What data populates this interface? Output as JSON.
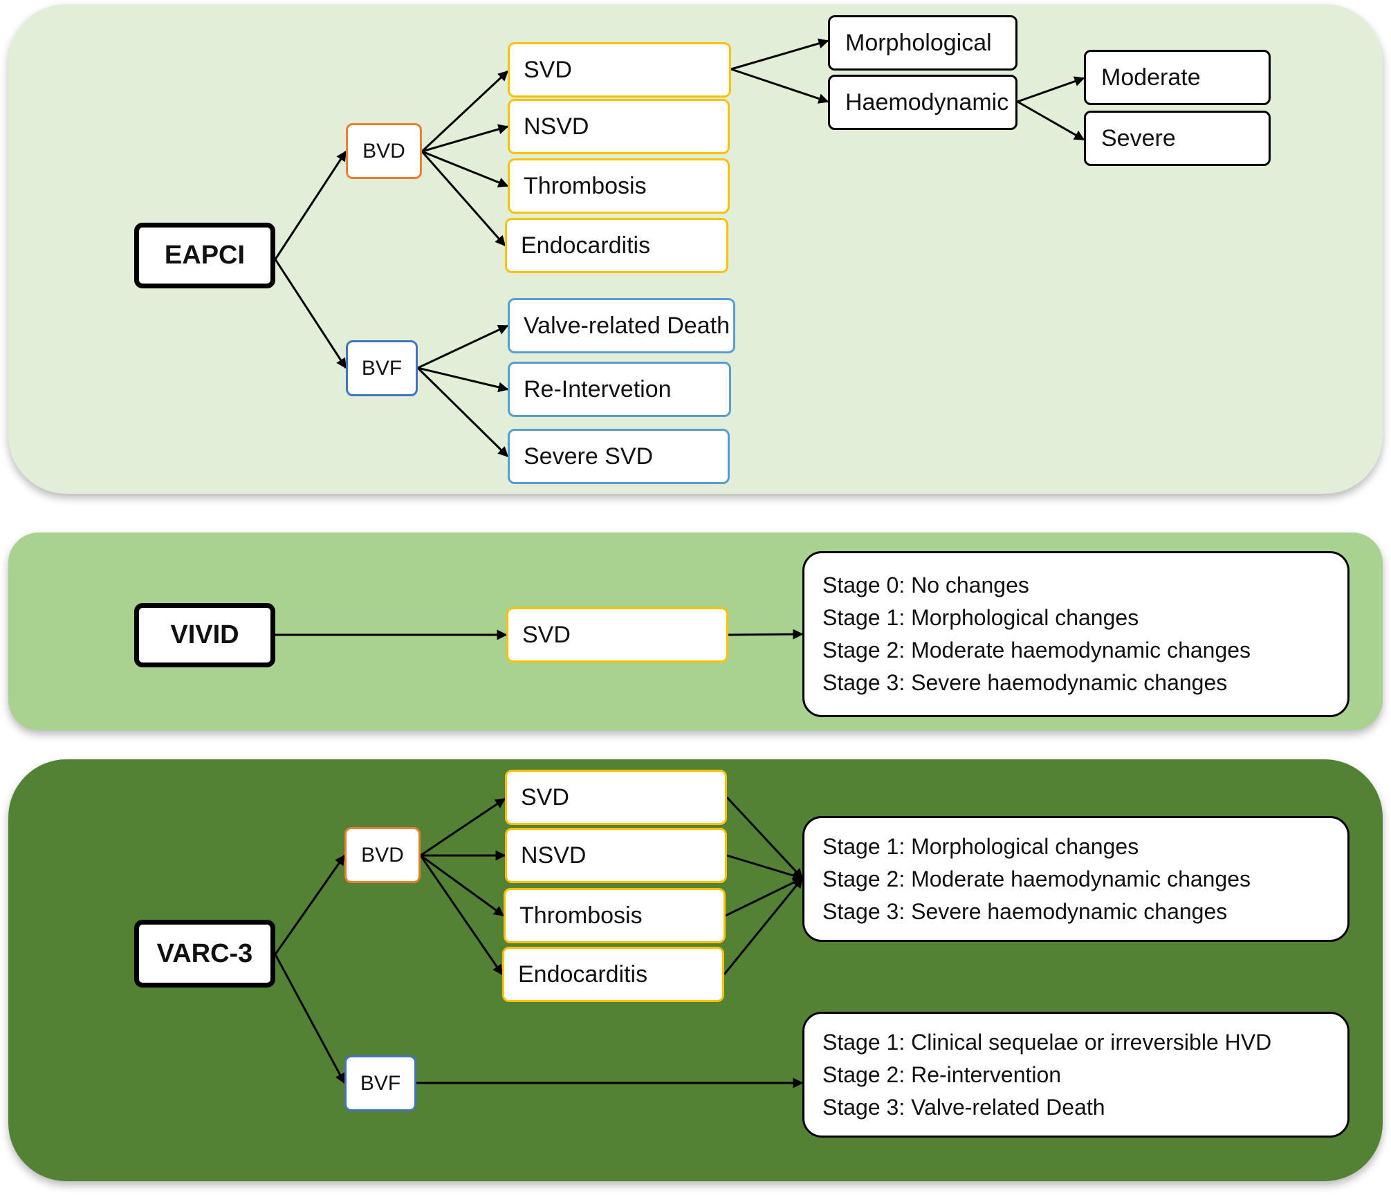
{
  "eapci": {
    "root": "EAPCI",
    "bvd": "BVD",
    "bvf": "BVF",
    "bvd_children": [
      "SVD",
      "NSVD",
      "Thrombosis",
      "Endocarditis"
    ],
    "bvf_children": [
      "Valve-related Death",
      "Re-Intervetion",
      "Severe SVD"
    ],
    "svd_children": [
      "Morphological",
      "Haemodynamic"
    ],
    "haemodynamic_children": [
      "Moderate",
      "Severe"
    ]
  },
  "vivid": {
    "root": "VIVID",
    "svd": "SVD",
    "stages": [
      "Stage 0: No changes",
      "Stage 1: Morphological changes",
      "Stage 2: Moderate haemodynamic changes",
      "Stage 3: Severe haemodynamic changes"
    ]
  },
  "varc3": {
    "root": "VARC-3",
    "bvd": "BVD",
    "bvf": "BVF",
    "bvd_children": [
      "SVD",
      "NSVD",
      "Thrombosis",
      "Endocarditis"
    ],
    "bvd_stages": [
      "Stage 1: Morphological changes",
      "Stage 2: Moderate haemodynamic changes",
      "Stage 3: Severe haemodynamic changes"
    ],
    "bvf_stages": [
      "Stage 1: Clinical sequelae or irreversible HVD",
      "Stage 2: Re-intervention",
      "Stage 3: Valve-related Death"
    ]
  },
  "colors": {
    "eapci_panel": "#e1efd9",
    "vivid_panel": "#a9d18f",
    "varc3_panel": "#548235",
    "bvd_border": "#ed7d31",
    "bvf_border": "#4472c4",
    "leaf_yellow": "#ffc000",
    "leaf_blue": "#5b9bd5"
  }
}
